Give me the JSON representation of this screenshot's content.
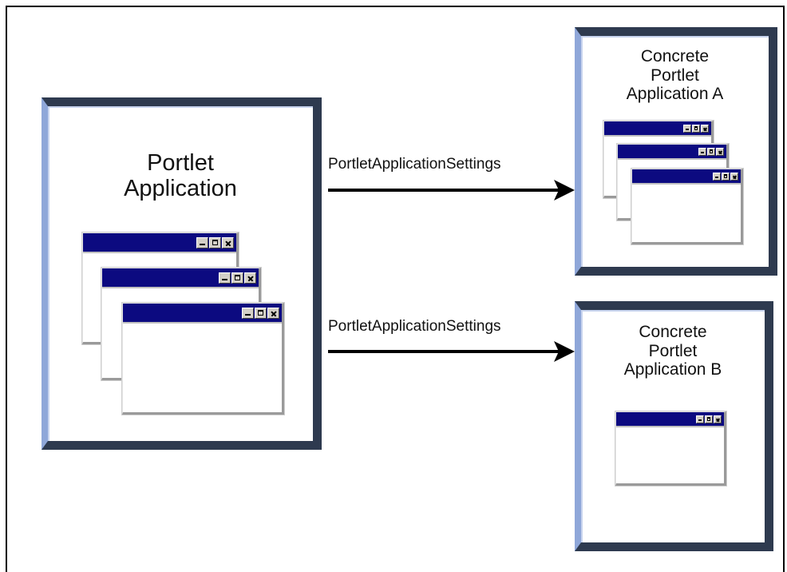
{
  "source_box": {
    "line1": "Portlet",
    "line2": "Application"
  },
  "target_a": {
    "line1": "Concrete",
    "line2": "Portlet",
    "line3": "Application A"
  },
  "target_b": {
    "line1": "Concrete",
    "line2": "Portlet",
    "line3": "Application B"
  },
  "arrows": [
    {
      "label": "PortletApplicationSettings"
    },
    {
      "label": "PortletApplicationSettings"
    }
  ],
  "colors": {
    "box_border_dark": "#2e3a4f",
    "box_border_light": "#8fa7d9",
    "window_titlebar": "#0c0a80",
    "window_button_face": "#d4d0c8"
  },
  "icons": [
    "minimize-icon",
    "maximize-icon",
    "close-icon",
    "arrow-right-icon"
  ]
}
